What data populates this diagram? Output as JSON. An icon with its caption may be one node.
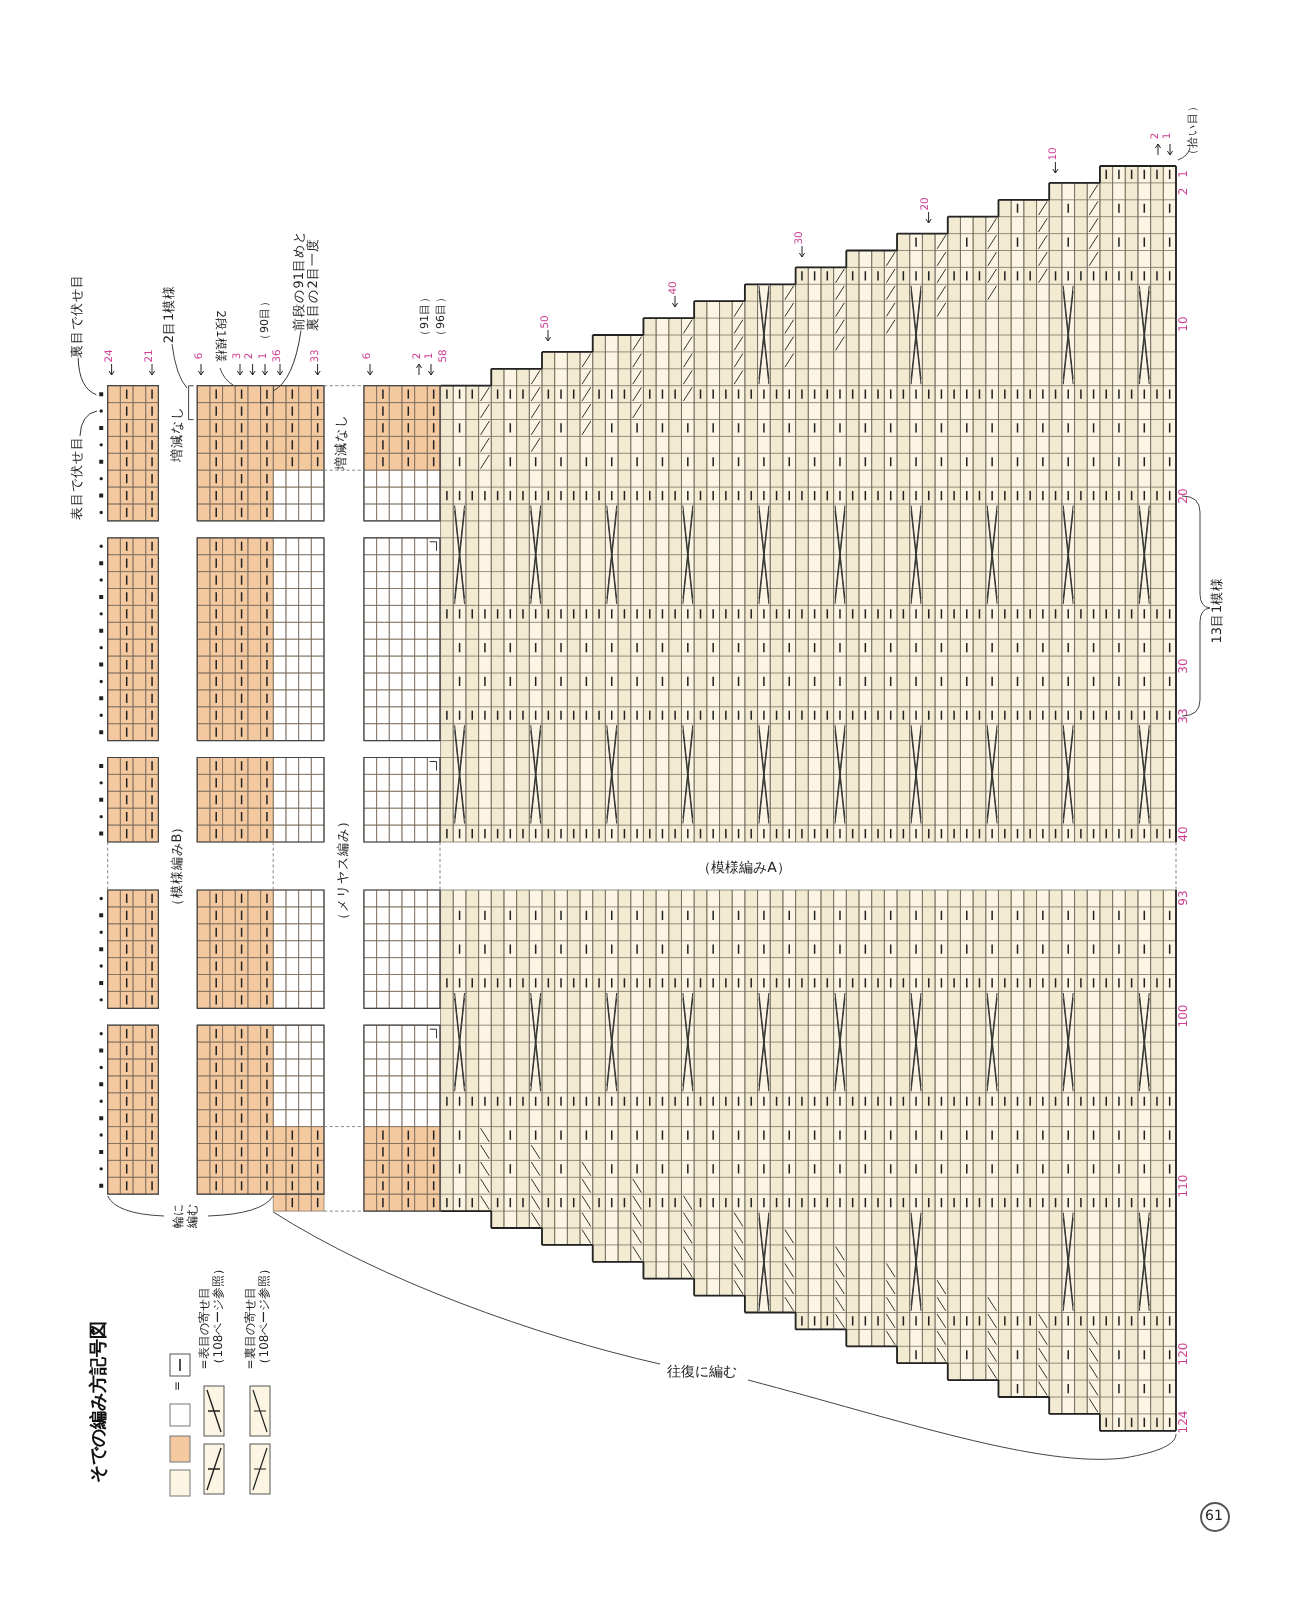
{
  "diagram": {
    "title": "そでの編み方記号図",
    "nodes": [
      {
        "text": [
          "裏目で伏せ目"
        ]
      },
      {
        "text": [
          "表目で伏せ目"
        ]
      },
      {
        "text": [
          "前段の91目めと裏目の2目一度"
        ]
      },
      {
        "text": [
          "61"
        ]
      },
      {
        "text": [],
        "shape": "box"
      }
    ],
    "edges": [
      {
        "from": 0,
        "to": null,
        "arrow": "none"
      },
      {
        "from": 1,
        "to": null,
        "arrow": "none"
      },
      {
        "from": 2,
        "to": 4,
        "arrow": "none"
      }
    ],
    "labels": [
      "24",
      "21",
      "2目1模様",
      "増減なし",
      "（模様編みB）",
      "輪に編む",
      "2段1模様",
      "6",
      "3",
      "2",
      "1",
      "（90目）",
      "36",
      "33",
      "増減なし",
      "（メリヤス編み）",
      "6",
      "2",
      "1",
      "（91目）",
      "58",
      "（96目）",
      "50",
      "40",
      "（模様編みA）",
      "往復に編む",
      "30",
      "20",
      "10",
      "2",
      "1",
      "（拾い目）",
      "1",
      "2",
      "10",
      "20",
      "13目1模様",
      "30",
      "33",
      "40",
      "93",
      "100",
      "110",
      "120",
      "124"
    ],
    "legend": [
      {
        "text": "=",
        "color": "#fcf5e3"
      },
      {
        "text": "=表目の寄せ目（108ページ参照）"
      },
      {
        "text": "=裏目の寄せ目（108ページ参照）"
      }
    ]
  }
}
